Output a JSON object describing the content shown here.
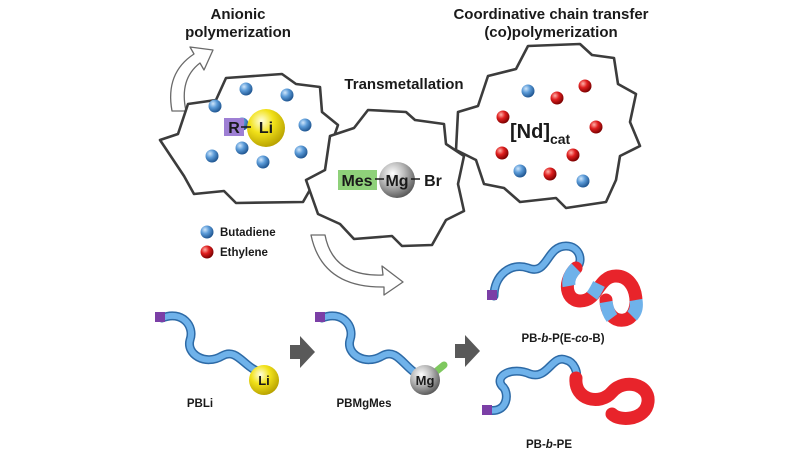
{
  "titles": {
    "anionic_line1": "Anionic",
    "anionic_line2": "polymerization",
    "transmetallation": "Transmetallation",
    "cct_line1": "Coordinative chain transfer",
    "cct_line2": "(co)polymerization"
  },
  "gear_left": {
    "group": "R",
    "metal": "Li"
  },
  "gear_middle": {
    "group": "Mes",
    "metal": "Mg",
    "halide": "Br"
  },
  "gear_right": {
    "catalyst": "[Nd]",
    "catalyst_sub": "cat"
  },
  "legend": [
    {
      "label": "Butadiene",
      "color": "#4a8fd0"
    },
    {
      "label": "Ethylene",
      "color": "#dd1d1d"
    }
  ],
  "products": {
    "pbli": "PBLi",
    "pbli_metal": "Li",
    "pbmgmes": "PBMgMes",
    "pbmgmes_metal": "Mg",
    "copolymer_parts": [
      "PB-",
      "b",
      "-P(E-",
      "co",
      "-B)"
    ],
    "blockpe_parts": [
      "PB-",
      "b",
      "-PE"
    ]
  },
  "colors": {
    "butadiene_chain": "#5ea6e0",
    "ethylene_chain": "#e8242b",
    "chain_end": "#7b3fa6",
    "mes_box": "#8fd17a",
    "r_box": "#9e7fd4",
    "lithium": "#f0e020",
    "magnesium": "#a6a6a6",
    "arrow": "#595959"
  }
}
